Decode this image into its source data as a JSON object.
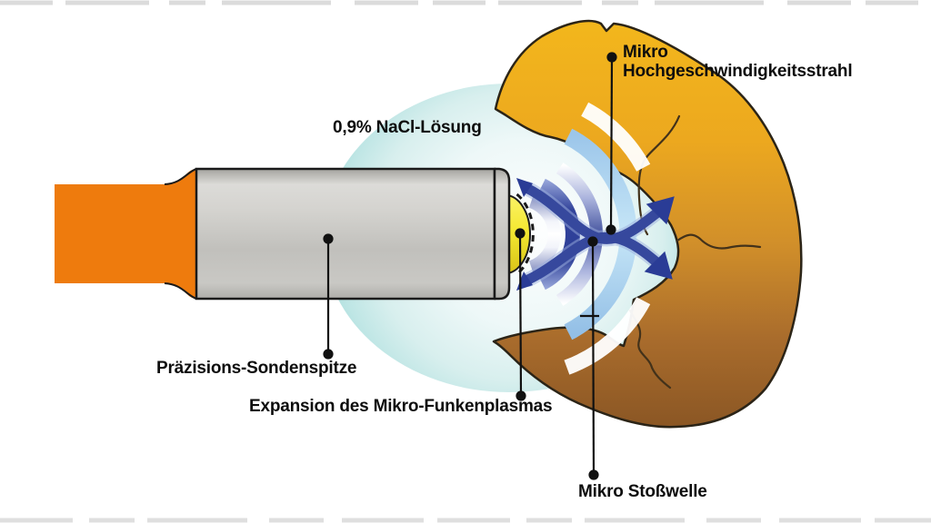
{
  "diagram": {
    "title_hint": "electrohydraulic-probe-shockwave-illustration",
    "labels": {
      "nacl": "0,9% NaCl-Lösung",
      "jet_line1": "Mikro",
      "jet_line2": "Hochgeschwindigkeitsstrahl",
      "probe_tip": "Präzisions-Sondenspitze",
      "plasma": "Expansion des Mikro-Funkenplasmas",
      "shockwave": "Mikro Stoßwelle"
    },
    "colors": {
      "background": "#ffffff",
      "probe_shaft_orange": "#ee7b0d",
      "probe_body_gray": "#c7c6c2",
      "plasma_yellow": "#f2e42c",
      "solution_teal": "#b2e1e0",
      "wave_navy": "#2c3e97",
      "wave_light_blue": "#a8d2ee",
      "wave_white": "#ffffff",
      "stone_gold": "#f3b71c",
      "stone_brown": "#8a5624",
      "leader_black": "#111111",
      "label_text": "#0d0d0d"
    }
  }
}
